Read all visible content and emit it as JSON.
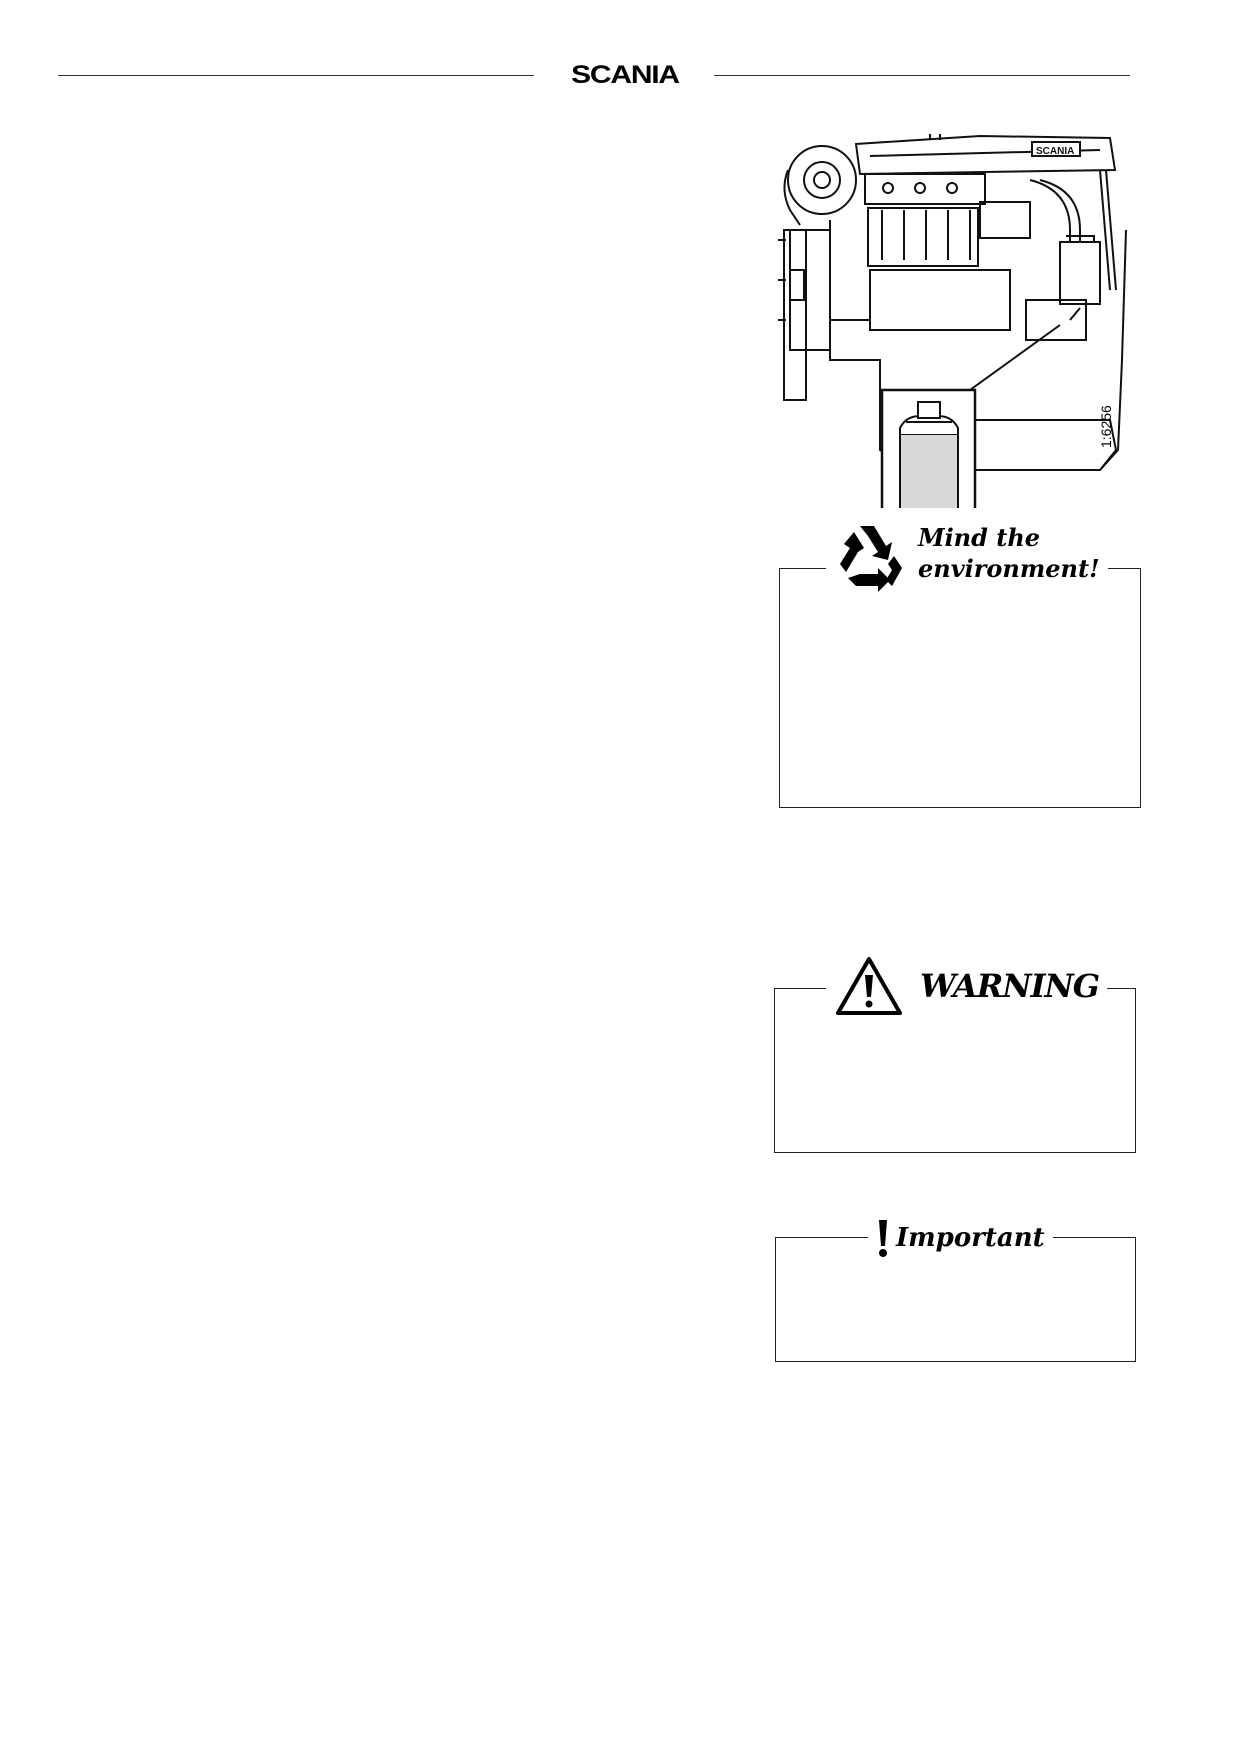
{
  "header": {
    "brand": "SCANIA"
  },
  "figure": {
    "engine_logo_text": "SCANIA",
    "reference": "1:6256"
  },
  "notices": {
    "environment": {
      "line1": "Mind the",
      "line2": "environment!",
      "icon": "recycle-icon"
    },
    "warning": {
      "title": "WARNING",
      "icon": "warning-triangle-icon"
    },
    "important": {
      "title": "Important",
      "icon": "exclamation-icon"
    }
  }
}
